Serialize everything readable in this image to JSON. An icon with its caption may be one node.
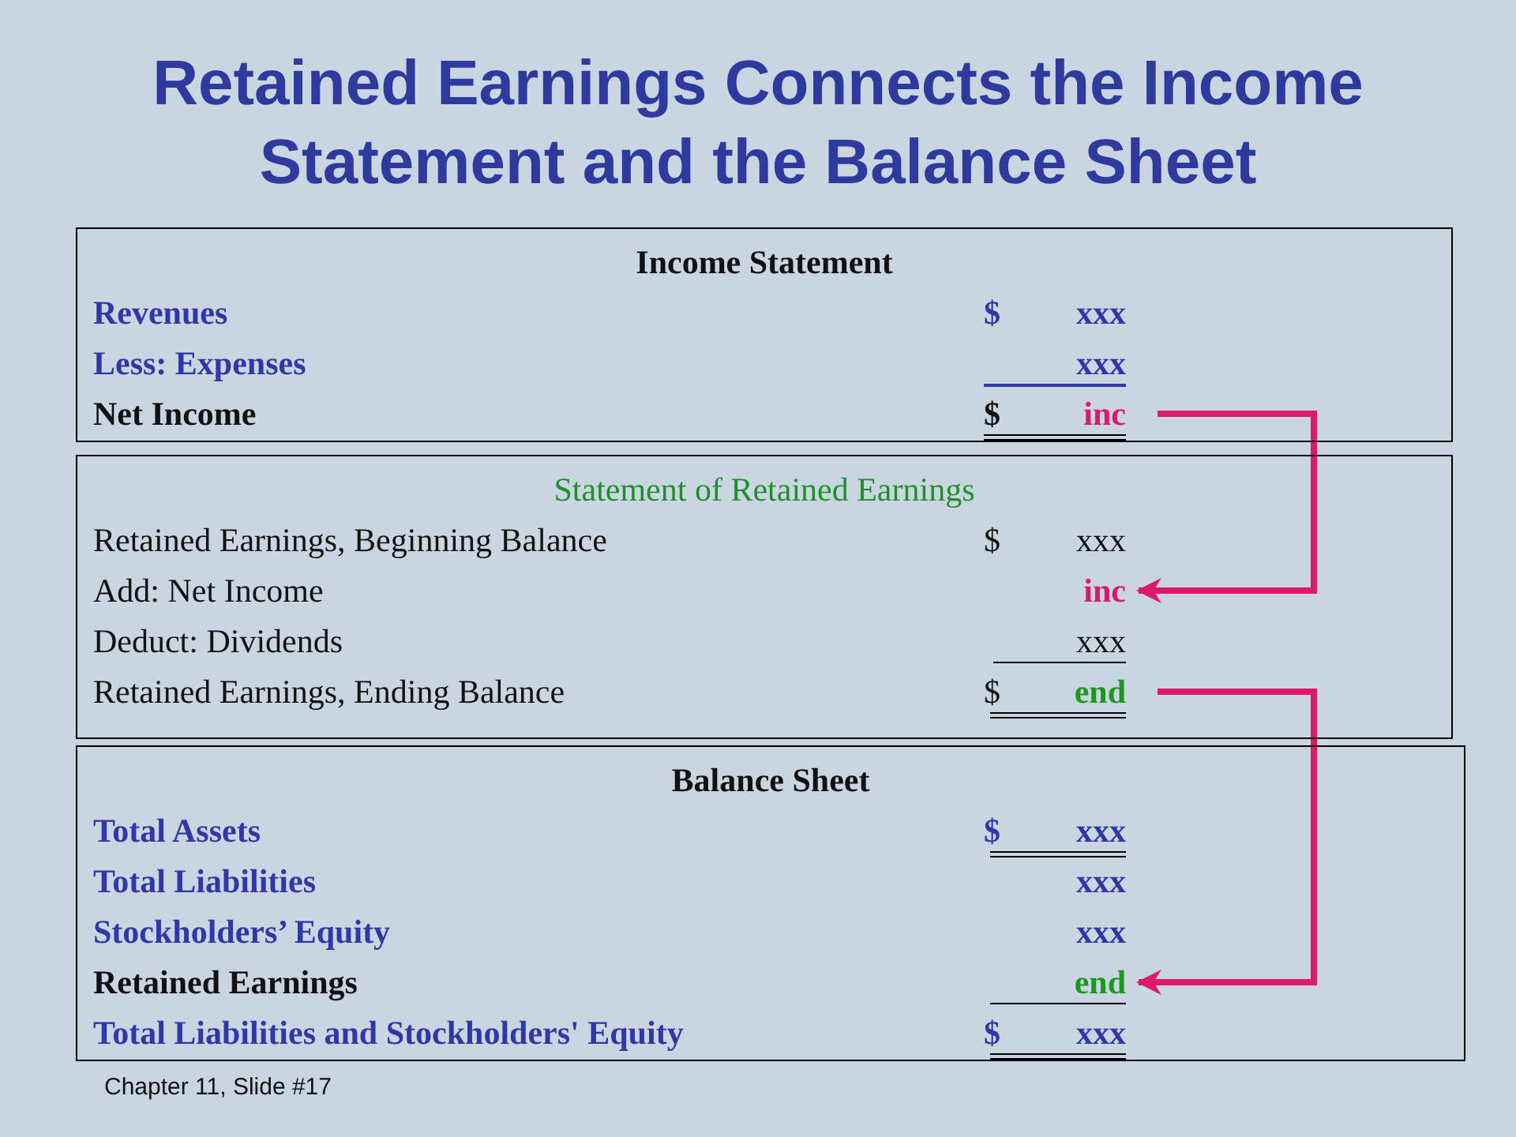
{
  "diagram": {
    "title": "Retained Earnings Connects the Income Statement and the Balance Sheet",
    "nodes": [
      {
        "text": [
          "Income Statement",
          "Revenues",
          "$",
          "xxx",
          "Less: Expenses",
          "xxx",
          "Net Income",
          "$"
        ]
      },
      {
        "text": [
          "inc"
        ],
        "in": 0
      },
      {
        "text": [
          "Statement of Retained Earnings",
          "Retained Earnings, Beginning Balance",
          "$",
          "xxx",
          "Add: Net Income",
          "Deduct: Dividends",
          "xxx",
          "Retained Earnings, Ending Balance",
          "$"
        ]
      },
      {
        "text": [
          "inc"
        ],
        "in": 2
      },
      {
        "text": [
          "end"
        ],
        "in": 2
      },
      {
        "text": [
          "Balance Sheet",
          "Total Assets",
          "$",
          "xxx",
          "Total Liabilities",
          "xxx",
          "Stockholders’ Equity",
          "xxx",
          "Retained Earnings",
          "Total Liabilities and Stockholders' Equity",
          "$",
          "xxx"
        ]
      },
      {
        "text": [
          "end"
        ],
        "in": 5
      }
    ],
    "edges": [
      {
        "from": 1,
        "to": 3,
        "arrow": "to"
      },
      {
        "from": 4,
        "to": 6,
        "arrow": "to"
      }
    ],
    "labels": [
      "Chapter 11, Slide #17"
    ]
  }
}
